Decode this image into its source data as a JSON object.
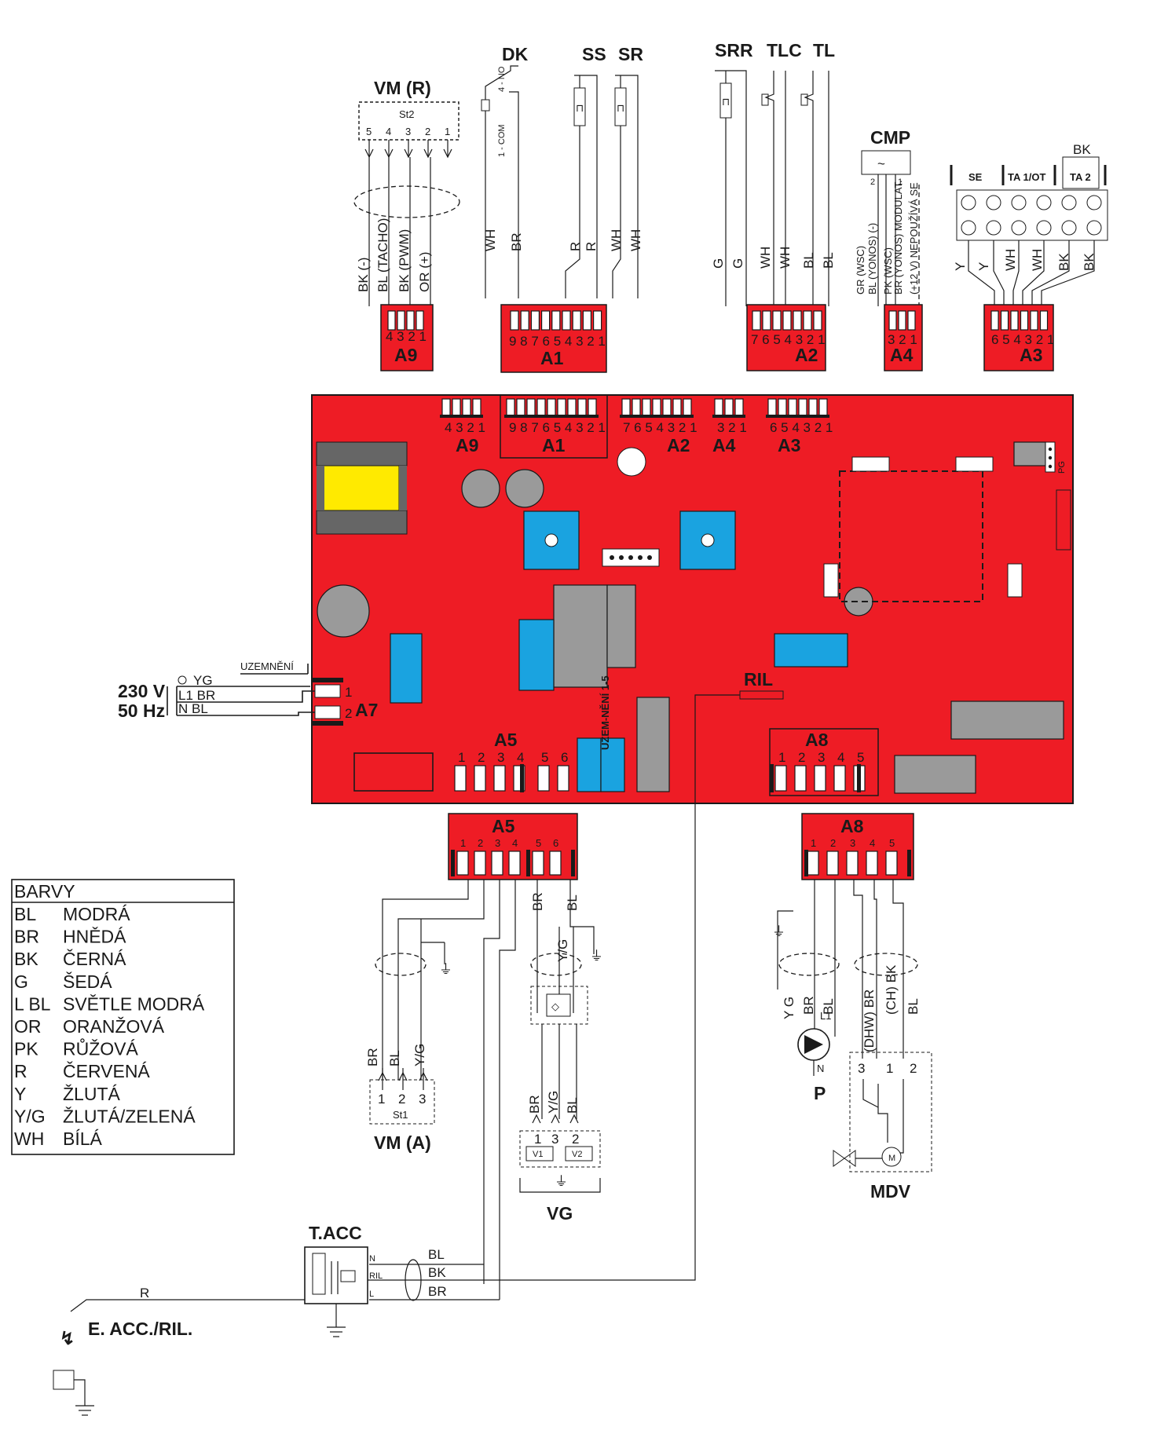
{
  "labels": {
    "vm_r": "VM (R)",
    "st2": "St2",
    "st2_pins": [
      "5",
      "4",
      "3",
      "2",
      "1"
    ],
    "vm_r_wires": [
      "BK (-)",
      "BL (TACHO)",
      "BK (PWM)",
      "OR (+)"
    ],
    "dk": "DK",
    "ss": "SS",
    "sr": "SR",
    "dk_no": "4 - NO",
    "dk_com": "1 - COM",
    "a1_wires": [
      "WH",
      "BR",
      "R",
      "R",
      "WH",
      "WH"
    ],
    "srr": "SRR",
    "tlc": "TLC",
    "tl": "TL",
    "a2_wires": [
      "G",
      "G",
      "WH",
      "WH",
      "BL",
      "BL"
    ],
    "cmp": "CMP",
    "cmp_wires": [
      "GR (WSC)",
      "BL (YONOS) (-)",
      "PK (WSC)",
      "BR (YONOS) MODULAT.",
      "(+12 V) NEPOUŽÍVÁ SE"
    ],
    "cmp_pin2": "2",
    "cmp_pin1": "1",
    "bk_top": "BK",
    "se": "SE",
    "ta1": "TA 1/OT",
    "ta2": "TA 2",
    "a3_wires": [
      "Y",
      "Y",
      "WH",
      "WH",
      "BK",
      "BK"
    ],
    "a9": "A9",
    "a1": "A1",
    "a2": "A2",
    "a4": "A4",
    "a3": "A3",
    "a5": "A5",
    "a7": "A7",
    "a8": "A8",
    "a9_pins": "4 3 2 1",
    "a1_pins": "9 8 7 6 5 4 3 2 1",
    "a2_pins": "7 6 5 4 3 2 1",
    "a4_pins": "3 2 1",
    "a3_pins": "6 5 4 3 2 1",
    "a5_pins": [
      "1",
      "2",
      "3",
      "4",
      "5",
      "6"
    ],
    "a8_pins": [
      "1",
      "2",
      "3",
      "4",
      "5"
    ],
    "pg": "PG",
    "uzemneni": "UZEMNĚNÍ",
    "uzemneni_15": "UZEM-NĚNÍ 1-5",
    "v230": "230 V",
    "hz50": "50 Hz",
    "yg": "YG",
    "l1br": "L1 BR",
    "nbl": "N BL",
    "a7_p1": "1",
    "a7_p2": "2",
    "ril": "RIL",
    "a5_wires_top": [
      "BR",
      "BL"
    ],
    "yg_slash": "Y/G",
    "vm_a": "VM (A)",
    "st1": "St1",
    "st1_pins": [
      "1",
      "2",
      "3"
    ],
    "vm_a_wires": [
      "BR",
      "BL",
      "Y/G"
    ],
    "vg": "VG",
    "vg_wires": [
      "BR",
      "Y/G",
      "BL"
    ],
    "vg_pins": [
      "1",
      "3",
      "2"
    ],
    "v1": "V1",
    "v2": "V2",
    "a8_wires_p": [
      "Y G",
      "BR",
      "BL"
    ],
    "l1": "L1",
    "n": "N",
    "p": "P",
    "mdv_wires": [
      "(DHW) BR",
      "(CH) BK",
      "BL"
    ],
    "mdv_pins": [
      "3",
      "1",
      "2"
    ],
    "m": "M",
    "mdv": "MDV",
    "tacc": "T.ACC",
    "tacc_pins": [
      "N",
      "RIL",
      "L"
    ],
    "tacc_wires": [
      "BL",
      "BK",
      "BR"
    ],
    "r": "R",
    "eacc": "E. ACC./RIL."
  },
  "legend": {
    "title": "BARVY",
    "rows": [
      {
        "code": "BL",
        "name": "MODRÁ"
      },
      {
        "code": "BR",
        "name": "HNĚDÁ"
      },
      {
        "code": "BK",
        "name": "ČERNÁ"
      },
      {
        "code": "G",
        "name": "ŠEDÁ"
      },
      {
        "code": "L BL",
        "name": "SVĚTLE MODRÁ"
      },
      {
        "code": "OR",
        "name": "ORANŽOVÁ"
      },
      {
        "code": "PK",
        "name": "RŮŽOVÁ"
      },
      {
        "code": "R",
        "name": "ČERVENÁ"
      },
      {
        "code": "Y",
        "name": "ŽLUTÁ"
      },
      {
        "code": "Y/G",
        "name": "ŽLUTÁ/ZELENÁ"
      },
      {
        "code": "WH",
        "name": "BÍLÁ"
      }
    ]
  },
  "colors": {
    "board": "#ee1c25",
    "blue": "#1aa3e0",
    "gray": "#9a9a9a",
    "yellow": "#ffea00"
  }
}
